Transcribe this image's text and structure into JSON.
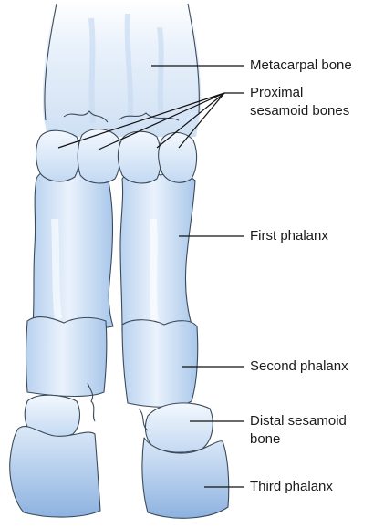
{
  "labels": {
    "metacarpal": "Metacarpal bone",
    "proximal_sesamoid_line1": "Proximal",
    "proximal_sesamoid_line2": "sesamoid bones",
    "first_phalanx": "First phalanx",
    "second_phalanx": "Second phalanx",
    "distal_sesamoid_line1": "Distal sesamoid",
    "distal_sesamoid_line2": "bone",
    "third_phalanx": "Third phalanx"
  },
  "colors": {
    "bone_light": "#e6f0fb",
    "bone_mid": "#c7dcf3",
    "bone_dark": "#8fb4e2",
    "outline": "#3b4a5a",
    "leader_line": "#111111"
  }
}
